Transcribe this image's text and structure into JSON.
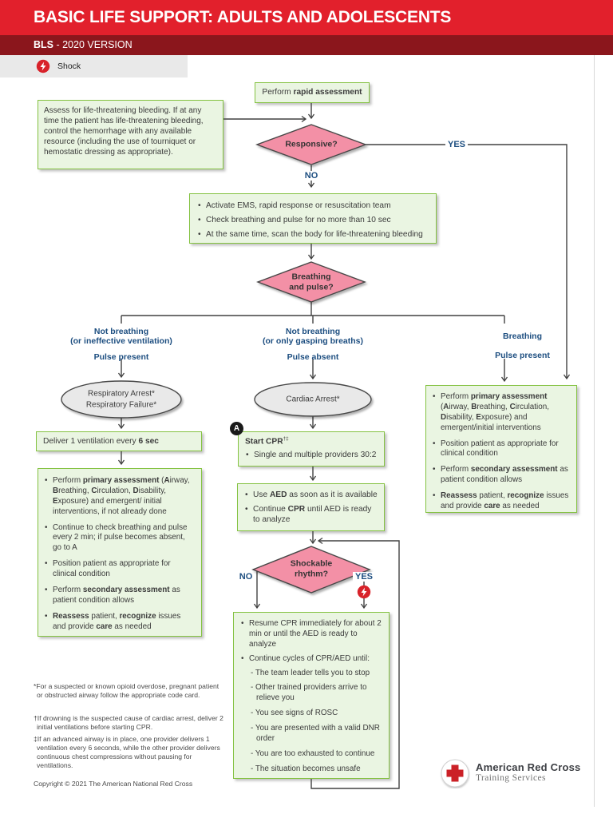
{
  "colors": {
    "header_red": "#E2202C",
    "header_maroon": "#8B161C",
    "box_green_fill": "#EAF5E2",
    "box_green_border": "#84C241",
    "diamond_pink": "#F390A6",
    "ellipse_gray": "#E9E9E9",
    "label_blue": "#1D4E80",
    "line_gray": "#414141",
    "shock_red": "#D8222A"
  },
  "header": {
    "title": "BASIC LIFE SUPPORT: ADULTS AND ADOLESCENTS",
    "version_bold": "BLS",
    "version_rest": " - 2020 VERSION"
  },
  "legend": {
    "shock": "Shock",
    "shock_icon": "lightning-bolt-in-red-circle"
  },
  "top": {
    "rapid_assessment": "Perform <b>rapid assessment</b>",
    "bleeding_note": "Assess for life-threatening bleeding. If at any time the patient has life-threatening bleeding, control the hemorrhage with any available resource (including the use of tourniquet or hemostatic dressing as appropriate).",
    "responsive_q": "Responsive?",
    "yes": "YES",
    "no": "NO",
    "ems": [
      "Activate EMS, rapid response or resuscitation team",
      "Check breathing and pulse for no more than 10 sec",
      "At the same time, scan the body for life-threatening bleeding"
    ],
    "breathing_pulse_q1": "Breathing",
    "breathing_pulse_q2": "and pulse?"
  },
  "col1": {
    "head1": "Not breathing",
    "head2": "(or ineffective ventilation)",
    "head3": "Pulse present",
    "oval1": "Respiratory Arrest*",
    "oval2": "Respiratory Failure*",
    "deliver": "Deliver 1 ventilation every <b>6 sec</b>",
    "care": [
      "Perform <b>primary assessment</b> (<b>A</b>irway, <b>B</b>reathing, <b>C</b>irculation, <b>D</b>isability, <b>E</b>xposure) and emergent/ initial interventions, if not already done",
      "Continue to check breathing and pulse every 2 min; if pulse becomes absent, go to A",
      "Position patient as appropriate for clinical condition",
      "Perform <b>secondary assessment</b> as patient condition allows",
      "<b>Reassess</b> patient, <b>recognize</b> issues and provide <b>care</b> as needed"
    ]
  },
  "col2": {
    "head1": "Not breathing",
    "head2": "(or only gasping breaths)",
    "head3": "Pulse absent",
    "oval": "Cardiac Arrest*",
    "badge": "A",
    "start_cpr_title": "<b>Start CPR</b><sup>†‡</sup>",
    "start_cpr": [
      "Single and multiple providers 30:2"
    ],
    "aed": [
      "Use <b>AED</b> as soon as it is available",
      "Continue <b>CPR</b> until AED is ready to analyze"
    ],
    "shockable_q1": "Shockable",
    "shockable_q2": "rhythm?",
    "no": "NO",
    "yes": "YES",
    "resume_bullets": [
      "Resume CPR immediately for about 2 min or until the AED is ready to analyze",
      "Continue cycles of CPR/AED until:"
    ],
    "resume_dashes": [
      "- The team leader tells you to stop",
      "- Other trained providers arrive to relieve you",
      "- You see signs of ROSC",
      "- You are presented with a valid DNR order",
      "- You are too exhausted to continue",
      "- The situation becomes unsafe"
    ]
  },
  "col3": {
    "head1": "Breathing",
    "head3": "Pulse present",
    "care": [
      "Perform <b>primary assessment</b> (<b>A</b>irway, <b>B</b>reathing, <b>C</b>irculation, <b>D</b>isability, <b>E</b>xposure) and emergent/initial interventions",
      "Position patient as appropriate for clinical condition",
      "Perform <b>secondary assessment</b> as patient condition allows",
      "<b>Reassess</b> patient, <b>recognize</b> issues and provide <b>care</b> as needed"
    ]
  },
  "footnotes": [
    "*For a suspected or known opioid overdose, pregnant patient or obstructed airway follow the appropriate code card.",
    "†If drowning is the suspected cause of cardiac arrest, deliver 2 initial ventilations before starting CPR.",
    "‡If an advanced airway is in place, one provider delivers 1 ventilation every 6 seconds, while the other provider delivers continuous chest compressions without pausing for ventilations."
  ],
  "copyright": "Copyright © 2021 The American National Red Cross",
  "logo": {
    "name": "American Red Cross",
    "division": "Training Services"
  }
}
